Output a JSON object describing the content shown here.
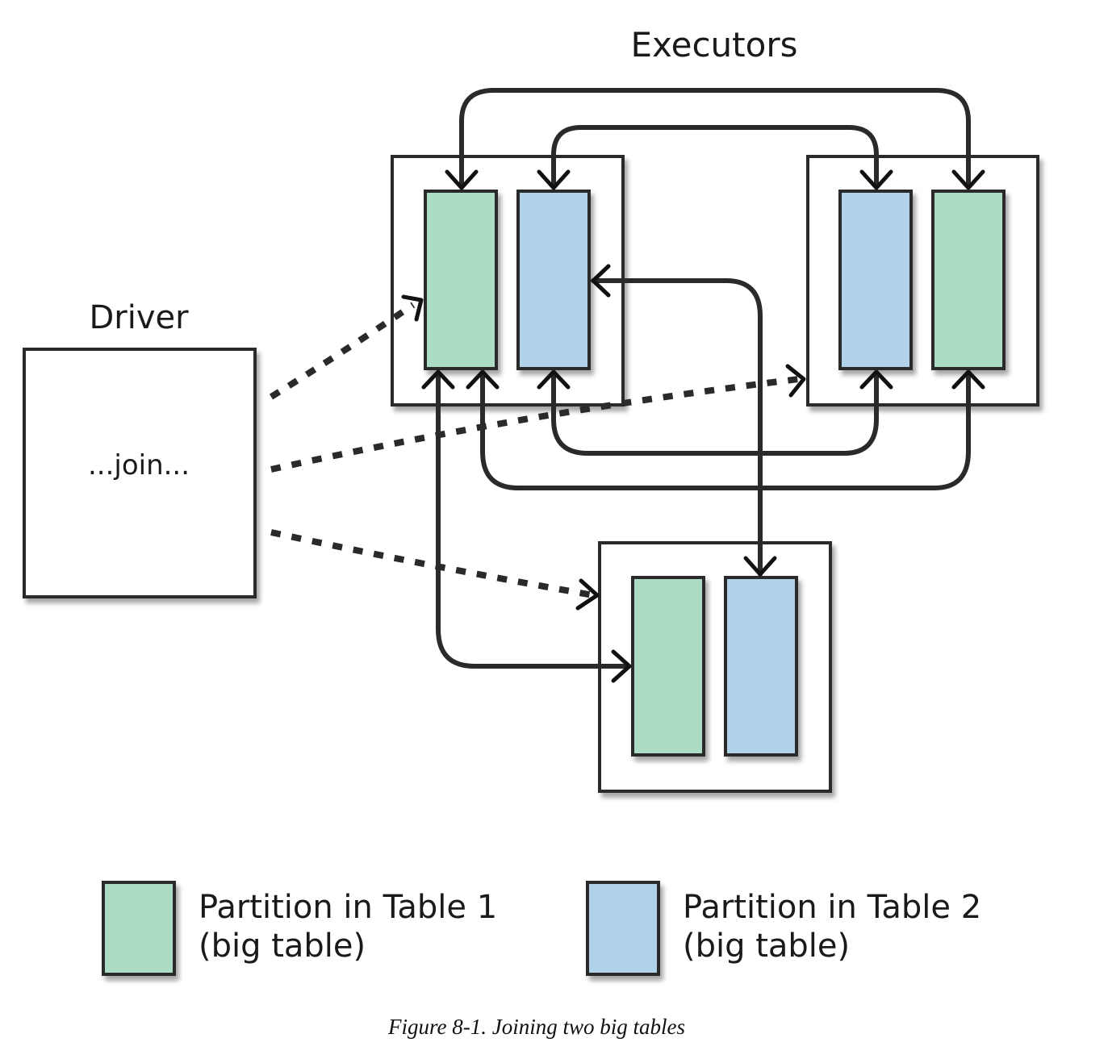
{
  "diagram": {
    "title": "Executors",
    "driver": {
      "label": "Driver",
      "content": "...join..."
    },
    "executors": [
      {
        "id": "executor-top-left",
        "partitions": [
          "table1",
          "table2"
        ]
      },
      {
        "id": "executor-top-right",
        "partitions": [
          "table2",
          "table1"
        ]
      },
      {
        "id": "executor-bottom",
        "partitions": [
          "table1",
          "table2"
        ]
      }
    ],
    "legend": [
      {
        "key": "table1",
        "line1": "Partition in Table 1",
        "line2": "(big table)",
        "color": "#acdcc4"
      },
      {
        "key": "table2",
        "line1": "Partition in Table 2",
        "line2": "(big table)",
        "color": "#b0d3e9"
      }
    ],
    "caption": "Figure 8-1. Joining two big tables"
  },
  "colors": {
    "table1": "#acdcc4",
    "table2": "#b0d3e9",
    "stroke": "#2a2a2a"
  }
}
